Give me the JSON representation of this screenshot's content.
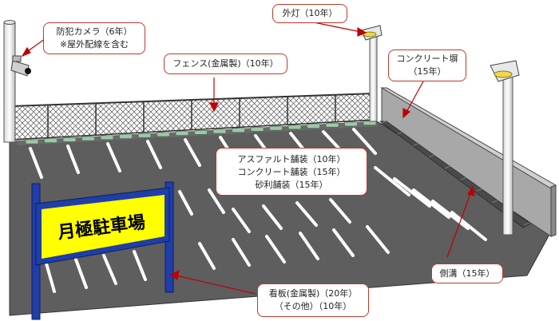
{
  "sign_text": "月極駐車場",
  "callouts": {
    "camera": {
      "line1": "防犯カメラ（6年）",
      "line2": "※屋外配線を含む"
    },
    "light": {
      "text": "外灯（10年）"
    },
    "fence": {
      "text": "フェンス(金属製)（10年）"
    },
    "wall": {
      "line1": "コンクリート塀",
      "line2": "（15年）"
    },
    "paving": {
      "line1": "アスファルト舗装（10年）",
      "line2": "コンクリート舗装（15年）",
      "line3": "砂利舗装（15年）"
    },
    "gutter": {
      "text": "側溝（15年）"
    },
    "signboard": {
      "line1": "看板(金属製)（20年）",
      "line2": "（その他）（10年）"
    }
  },
  "colors": {
    "pavement": "#5e5e5e",
    "sign_blue": "#1f3ea8",
    "sign_yellow": "#ffff00",
    "callout_border": "#c0392b",
    "leader": "#c00000",
    "curb": "#9fc7a8"
  }
}
